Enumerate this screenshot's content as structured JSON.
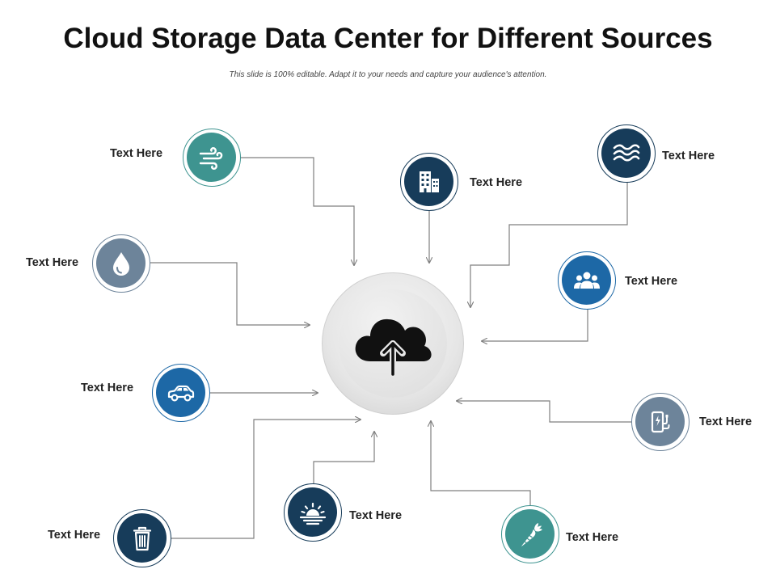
{
  "title": "Cloud Storage Data Center for Different Sources",
  "subtitle": "This slide is 100% editable. Adapt it to your needs and capture your audience's attention.",
  "hub": {
    "icon": "cloud-upload-icon"
  },
  "nodes": [
    {
      "id": "wind",
      "icon": "wind-icon",
      "label": "Text Here",
      "color": "#3e9490"
    },
    {
      "id": "building",
      "icon": "building-icon",
      "label": "Text Here",
      "color": "#173c5a"
    },
    {
      "id": "waves",
      "icon": "waves-icon",
      "label": "Text Here",
      "color": "#173c5a"
    },
    {
      "id": "drop",
      "icon": "water-drop-icon",
      "label": "Text Here",
      "color": "#6d849a"
    },
    {
      "id": "people",
      "icon": "people-icon",
      "label": "Text Here",
      "color": "#1d68a6"
    },
    {
      "id": "car",
      "icon": "car-icon",
      "label": "Text Here",
      "color": "#1d68a6"
    },
    {
      "id": "charger",
      "icon": "ev-charger-icon",
      "label": "Text Here",
      "color": "#6d849a"
    },
    {
      "id": "sunrise",
      "icon": "sunrise-icon",
      "label": "Text Here",
      "color": "#173c5a"
    },
    {
      "id": "trash",
      "icon": "trash-can-icon",
      "label": "Text Here",
      "color": "#173c5a"
    },
    {
      "id": "carrot",
      "icon": "carrot-icon",
      "label": "Text Here",
      "color": "#3e9490"
    }
  ]
}
